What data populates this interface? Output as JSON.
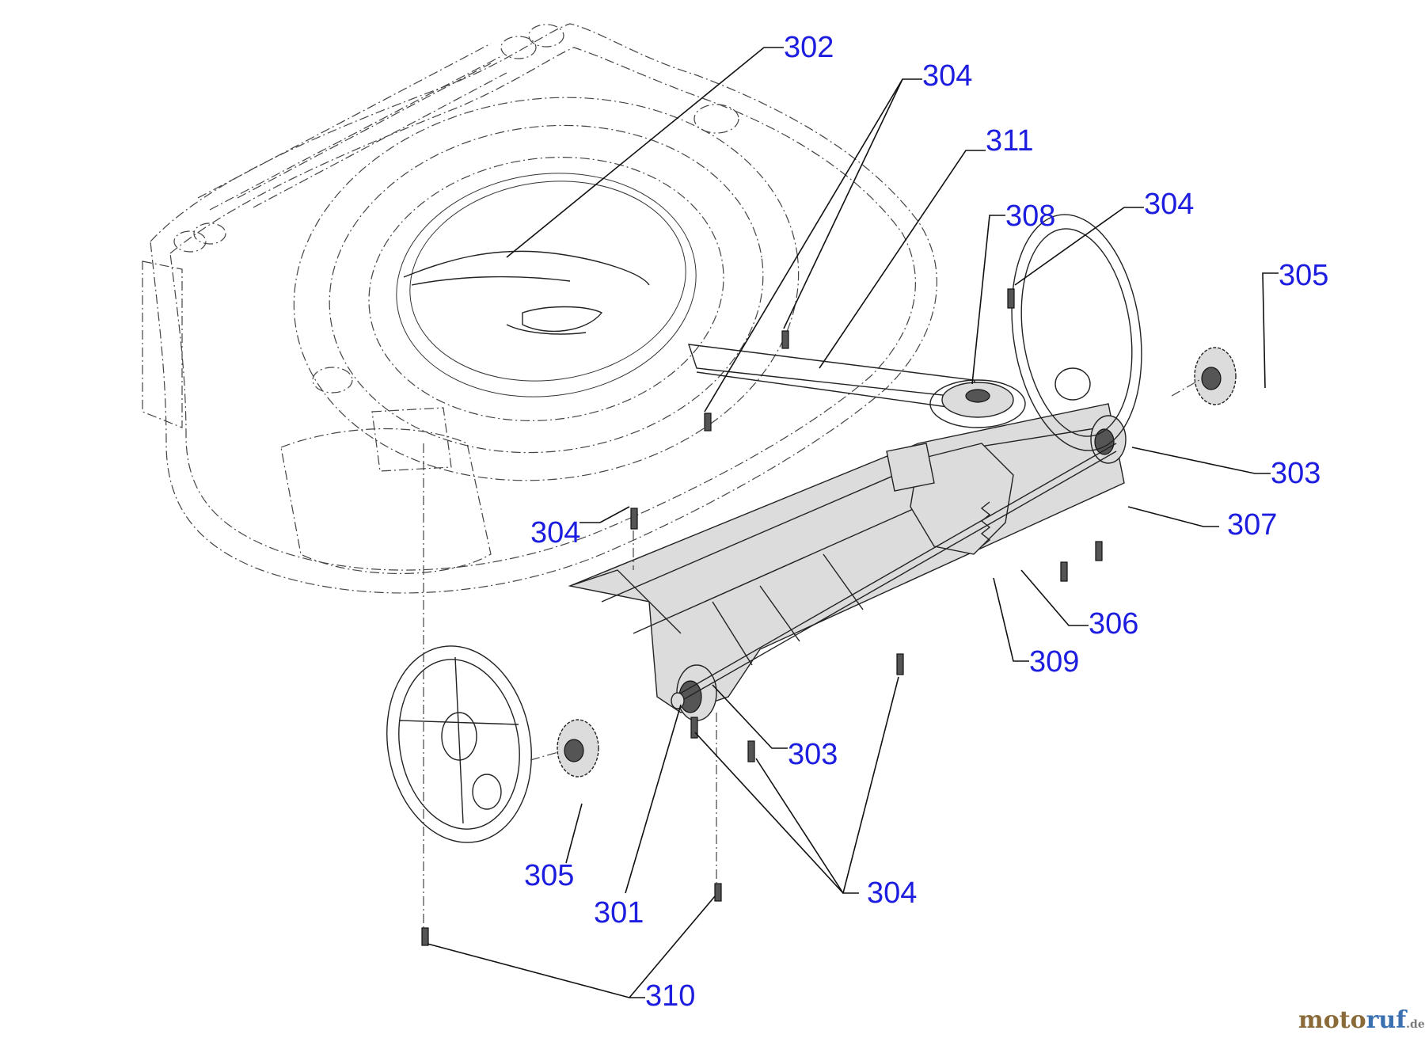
{
  "callouts": [
    {
      "key": "c302",
      "label": "302"
    },
    {
      "key": "c304a",
      "label": "304"
    },
    {
      "key": "c311",
      "label": "311"
    },
    {
      "key": "c308",
      "label": "308"
    },
    {
      "key": "c304b",
      "label": "304"
    },
    {
      "key": "c305a",
      "label": "305"
    },
    {
      "key": "c303a",
      "label": "303"
    },
    {
      "key": "c307",
      "label": "307"
    },
    {
      "key": "c304c",
      "label": "304"
    },
    {
      "key": "c306",
      "label": "306"
    },
    {
      "key": "c309",
      "label": "309"
    },
    {
      "key": "c303b",
      "label": "303"
    },
    {
      "key": "c304d",
      "label": "304"
    },
    {
      "key": "c305b",
      "label": "305"
    },
    {
      "key": "c301",
      "label": "301"
    },
    {
      "key": "c310",
      "label": "310"
    }
  ],
  "watermark": {
    "part1": "moto",
    "part2": "ruf",
    "suffix": ".de",
    "color1": "#8b6a3a",
    "color2": "#3a6fb0",
    "color_suffix": "#7a7a7a"
  },
  "label_color": "#1d1de0"
}
